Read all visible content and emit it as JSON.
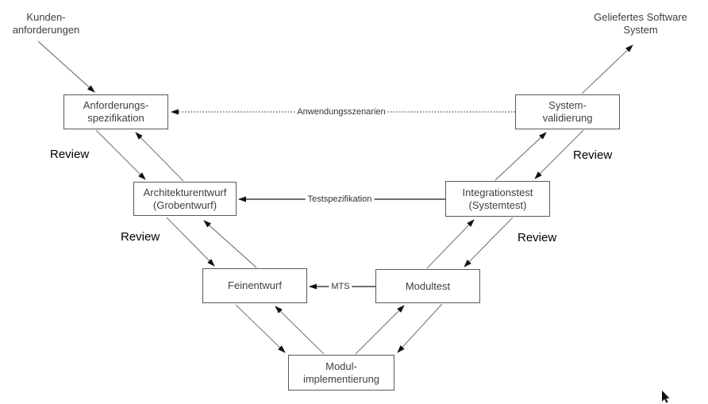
{
  "endpoints": {
    "input": "Kunden-\nanforderungen",
    "output": "Geliefertes Software\nSystem"
  },
  "nodes": {
    "anforderungsspezifikation": "Anforderungs-\nspezifikation",
    "architekturentwurf": "Architekturentwurf\n(Grobentwurf)",
    "feinentwurf": "Feinentwurf",
    "modulimplementierung": "Modul-\nimplementierung",
    "modultest": "Modultest",
    "integrationstest": "Integrationstest\n(Systemtest)",
    "systemvalidierung": "System-\nvalidierung"
  },
  "connector_labels": {
    "anwendungsszenarien": "Anwendungsszenarien",
    "testspezifikation": "Testspezifikation",
    "mts": "MTS"
  },
  "review_label": "Review",
  "colors": {
    "diagonal_line": "#7f7f7f",
    "connector_line": "#1a1a1a",
    "arrowhead": "#111111",
    "box_border": "#595959",
    "text": "#3f3f3f"
  }
}
